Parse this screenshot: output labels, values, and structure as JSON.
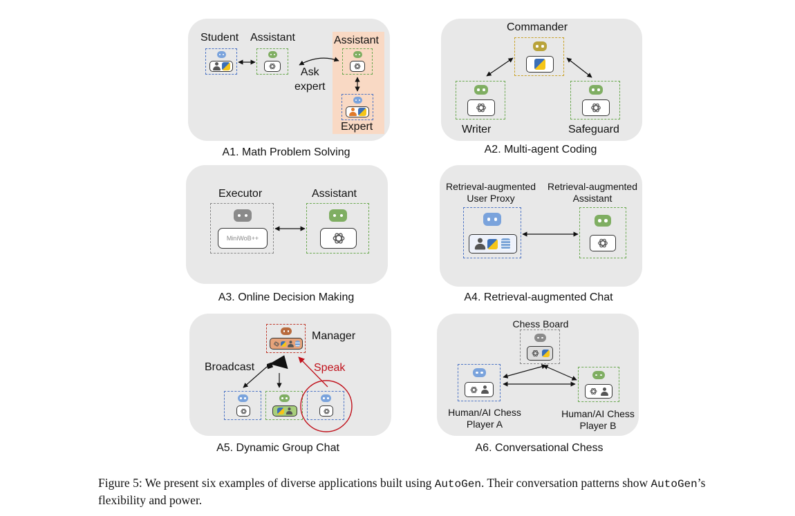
{
  "panels": {
    "a1": {
      "caption": "A1. Math Problem Solving",
      "student": "Student",
      "assistant": "Assistant",
      "assistant_expert": "Assistant",
      "ask_expert": "Ask\nexpert",
      "expert": "Expert"
    },
    "a2": {
      "caption": "A2. Multi-agent Coding",
      "commander": "Commander",
      "writer": "Writer",
      "safeguard": "Safeguard"
    },
    "a3": {
      "caption": "A3. Online Decision Making",
      "executor": "Executor",
      "assistant": "Assistant",
      "miniwob": "MiniWoB++"
    },
    "a4": {
      "caption": "A4. Retrieval-augmented Chat",
      "user_proxy": "Retrieval-augmented\nUser Proxy",
      "assistant": "Retrieval-augmented\nAssistant"
    },
    "a5": {
      "caption": "A5. Dynamic Group Chat",
      "manager": "Manager",
      "broadcast": "Broadcast",
      "speak": "Speak"
    },
    "a6": {
      "caption": "A6. Conversational Chess",
      "chess_board": "Chess Board",
      "player_a": "Human/AI Chess\nPlayer A",
      "player_b": "Human/AI Chess\nPlayer B"
    }
  },
  "figure_caption": {
    "prefix": "Figure 5: We present six examples of diverse applications built using ",
    "name1": "AutoGen",
    "middle": ". Their conversation patterns show ",
    "name2": "AutoGen",
    "suffix": "’s flexibility and power."
  },
  "colors": {
    "blue": "#4a72c4",
    "green": "#6aa84f",
    "gold": "#c9a227",
    "gray": "#777777",
    "red_dashed": "#c0392b",
    "speak_red": "#c0101a",
    "expert_bg": "#f9d9c4"
  }
}
